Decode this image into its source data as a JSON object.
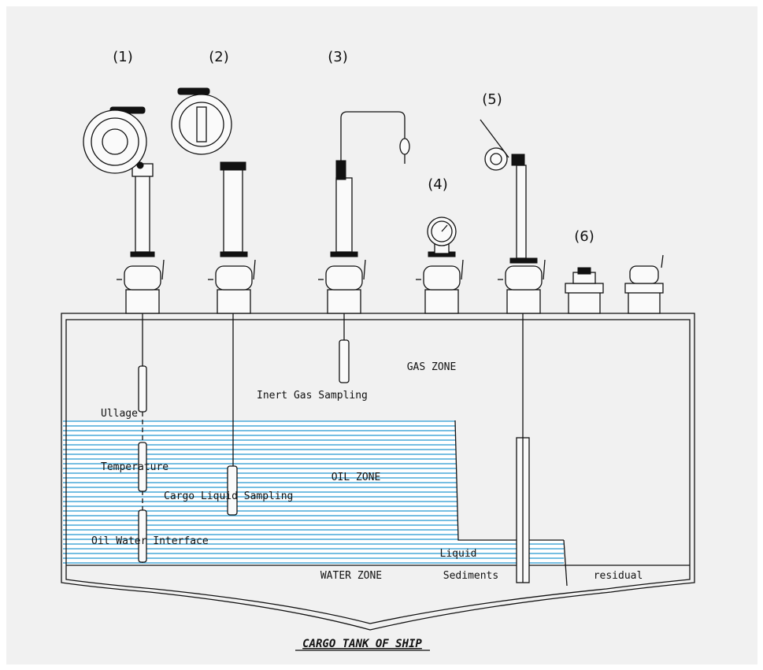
{
  "instruments": [
    {
      "number": "(1)"
    },
    {
      "number": "(2)"
    },
    {
      "number": "(3)"
    },
    {
      "number": "(4)"
    },
    {
      "number": "(5)"
    },
    {
      "number": "(6)"
    }
  ],
  "zones": {
    "gas": "GAS ZONE",
    "oil": "OIL ZONE",
    "water": "WATER ZONE",
    "liquid": "Liquid",
    "sediments": "Sediments",
    "residual": "residual"
  },
  "measurements": {
    "ullage": "Ullage",
    "temperature": "Temperature",
    "cargo_liquid_sampling": "Cargo Liquid Sampling",
    "inert_gas_sampling": "Inert Gas Sampling",
    "oil_water_interface": "Oil Water Interface"
  },
  "caption": "CARGO TANK OF SHIP",
  "colors": {
    "background": "#f1f1f1",
    "oil_lines": "#3aa3d6",
    "line": "#111111"
  }
}
